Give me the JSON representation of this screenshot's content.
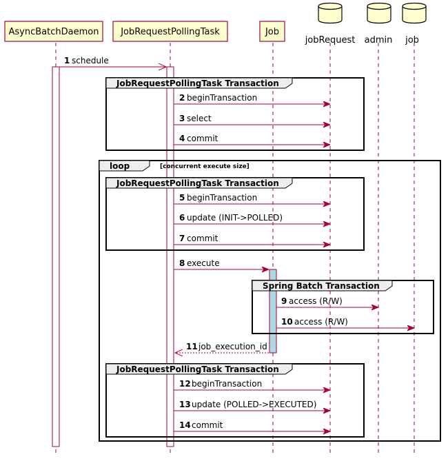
{
  "participants": [
    {
      "id": "p1",
      "label": "AsyncBatchDaemon"
    },
    {
      "id": "p2",
      "label": "JobRequestPollingTask"
    },
    {
      "id": "p3",
      "label": "Job"
    }
  ],
  "databases": [
    {
      "id": "d1",
      "label": "jobRequest"
    },
    {
      "id": "d2",
      "label": "admin"
    },
    {
      "id": "d3",
      "label": "job"
    }
  ],
  "messages": [
    {
      "num": "1",
      "text": "schedule"
    },
    {
      "num": "2",
      "text": "beginTransaction"
    },
    {
      "num": "3",
      "text": "select"
    },
    {
      "num": "4",
      "text": "commit"
    },
    {
      "num": "5",
      "text": "beginTransaction"
    },
    {
      "num": "6",
      "text": "update (INIT->POLLED)"
    },
    {
      "num": "7",
      "text": "commit"
    },
    {
      "num": "8",
      "text": "execute"
    },
    {
      "num": "9",
      "text": "access (R/W)"
    },
    {
      "num": "10",
      "text": "access (R/W)"
    },
    {
      "num": "11",
      "text": "job_execution_id"
    },
    {
      "num": "12",
      "text": "beginTransaction"
    },
    {
      "num": "13",
      "text": "update (POLLED->EXECUTED)"
    },
    {
      "num": "14",
      "text": "commit"
    }
  ],
  "groups": [
    {
      "title": "JobRequestPollingTask Transaction"
    },
    {
      "title": "JobRequestPollingTask Transaction"
    },
    {
      "title": "Spring Batch Transaction"
    },
    {
      "title": "JobRequestPollingTask Transaction"
    }
  ],
  "loop": {
    "label": "loop",
    "condition": "[concurrent execute size]"
  }
}
